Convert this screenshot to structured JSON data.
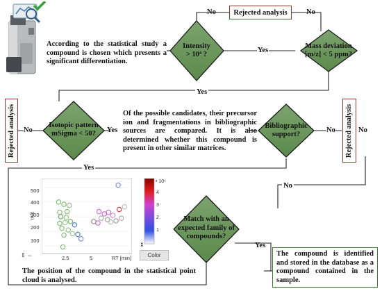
{
  "nodes": {
    "rejected_top": "Rejected analysis",
    "rejected_left": "Rejected analysis",
    "rejected_right": "Rejected analysis",
    "intensity": {
      "line1": "Intensity",
      "line2": "> 10⁴ ?"
    },
    "mass_deviation": {
      "line1": "Mass deviation",
      "line2": "[m/z] < 5 ppm?"
    },
    "isotopic": {
      "line1": "Isotopic pattern",
      "line2": "mSigma < 50?"
    },
    "bibliographic": {
      "line1": "Bibliographic",
      "line2": "support?"
    },
    "match": {
      "line1": "Match with an",
      "line2": "expected family of",
      "line3": "compounds?"
    },
    "result": "The compound is identified and stored in the database as a compound contained in the sample."
  },
  "texts": {
    "intro": "According to the statistical study a compound is chosen which presents a significant differentiation.",
    "candidates": "Of the possible candidates, their precursor ion and fragmentations in bibliographic sources are compared. It is also determined whether this compound is present in other similar matrices.",
    "position": "The position of the compound in the statistical point cloud is analysed."
  },
  "edges": {
    "no": "No",
    "yes": "Yes"
  },
  "scatter": {
    "ylabel": "m/z",
    "xlabel": "RT [min]",
    "yticks": [
      "500",
      "400",
      "300",
      "200",
      "100"
    ],
    "xticks": [
      "2.5",
      "5"
    ],
    "colorbar_ticks": [
      "• 10⁵",
      "4",
      "3",
      "2",
      "1"
    ],
    "color_button": "Color",
    "points": [
      {
        "x": 2.1,
        "y": 400,
        "c": "#7bb86b"
      },
      {
        "x": 2.6,
        "y": 385,
        "c": "#7bb86b"
      },
      {
        "x": 3.1,
        "y": 378,
        "c": "#8fbf7f"
      },
      {
        "x": 2.2,
        "y": 330,
        "c": "#7bb86b"
      },
      {
        "x": 2.9,
        "y": 335,
        "c": "#7bb86b"
      },
      {
        "x": 2.3,
        "y": 300,
        "c": "#6aaa5c"
      },
      {
        "x": 2.8,
        "y": 295,
        "c": "#8fbf7f"
      },
      {
        "x": 2.2,
        "y": 255,
        "c": "#7bb86b"
      },
      {
        "x": 2.7,
        "y": 260,
        "c": "#a0c890"
      },
      {
        "x": 3.2,
        "y": 268,
        "c": "#6aaa5c"
      },
      {
        "x": 2.4,
        "y": 222,
        "c": "#7bb86b"
      },
      {
        "x": 3.0,
        "y": 210,
        "c": "#90c080"
      },
      {
        "x": 2.6,
        "y": 175,
        "c": "#7bb86b"
      },
      {
        "x": 3.4,
        "y": 185,
        "c": "#99c088"
      },
      {
        "x": 3.6,
        "y": 245,
        "c": "#4a78c8"
      },
      {
        "x": 3.9,
        "y": 180,
        "c": "#4a78c8"
      },
      {
        "x": 4.2,
        "y": 150,
        "c": "#6a8ad8"
      },
      {
        "x": 2.5,
        "y": 95,
        "c": "#7bb86b"
      },
      {
        "x": 5.4,
        "y": 268,
        "c": "#888888"
      },
      {
        "x": 5.8,
        "y": 258,
        "c": "#cc66cc"
      },
      {
        "x": 6.1,
        "y": 290,
        "c": "#aaaaaa"
      },
      {
        "x": 6.4,
        "y": 320,
        "c": "#cc66cc"
      },
      {
        "x": 6.7,
        "y": 280,
        "c": "#999999"
      },
      {
        "x": 7.0,
        "y": 265,
        "c": "#bbbbbb"
      },
      {
        "x": 7.2,
        "y": 310,
        "c": "#cc88cc"
      },
      {
        "x": 7.5,
        "y": 272,
        "c": "#999999"
      },
      {
        "x": 7.8,
        "y": 350,
        "c": "#dd3333"
      },
      {
        "x": 8.0,
        "y": 290,
        "c": "#aaaaaa"
      },
      {
        "x": 8.3,
        "y": 368,
        "c": "#bbbbbb"
      },
      {
        "x": 6.8,
        "y": 330,
        "c": "#cc66cc"
      },
      {
        "x": 5.9,
        "y": 335,
        "c": "#cc66cc"
      },
      {
        "x": 7.7,
        "y": 515,
        "c": "#6a8ad8"
      }
    ]
  }
}
